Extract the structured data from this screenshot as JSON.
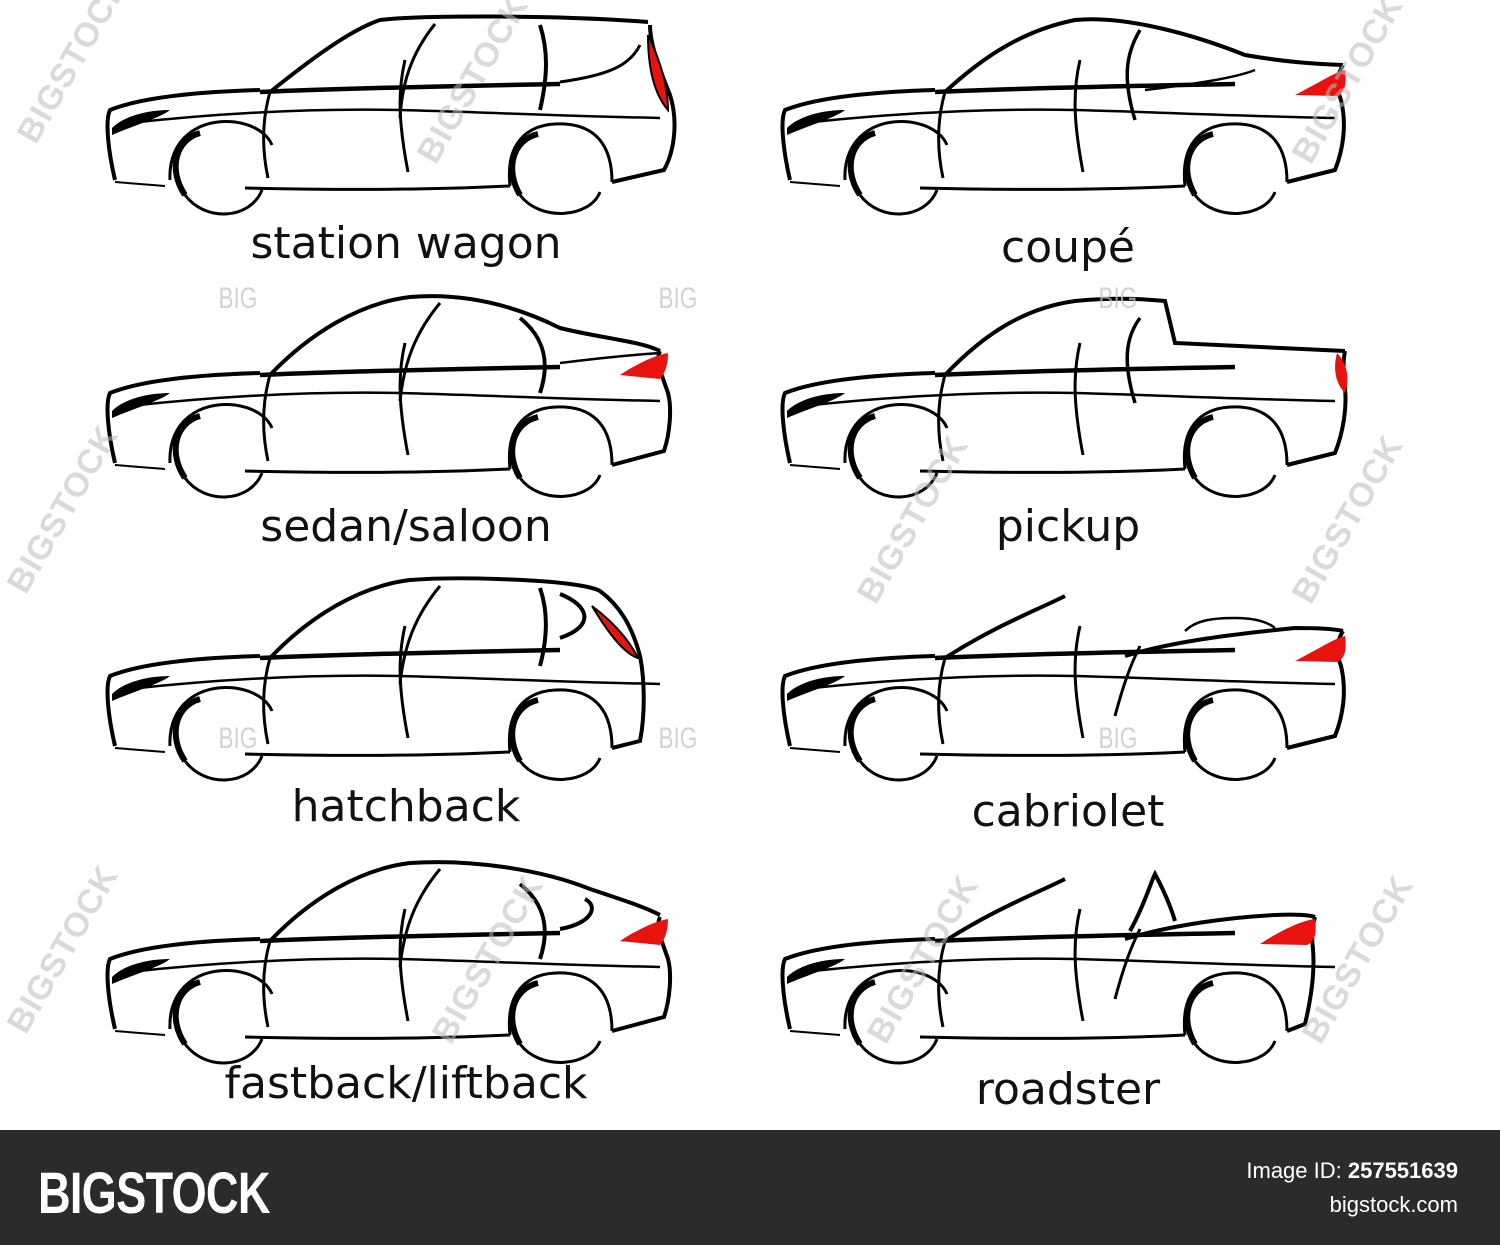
{
  "cars": [
    {
      "label": "station wagon",
      "body": "wagon"
    },
    {
      "label": "coupé",
      "body": "coupe"
    },
    {
      "label": "sedan/saloon",
      "body": "sedan"
    },
    {
      "label": "pickup",
      "body": "pickup"
    },
    {
      "label": "hatchback",
      "body": "hatch"
    },
    {
      "label": "cabriolet",
      "body": "cabrio"
    },
    {
      "label": "fastback/liftback",
      "body": "fastback"
    },
    {
      "label": "roadster",
      "body": "roadster"
    }
  ],
  "watermarks": {
    "big": "BIG",
    "stock": "BIGSTOCK"
  },
  "footer": {
    "brand": "BIGSTOCK",
    "image_id_label": "Image ID:",
    "image_id": "257551639",
    "site": "bigstock.com"
  },
  "colors": {
    "line": "#000000",
    "taillight": "#e8130f",
    "footer_bg": "#2b2b2b"
  }
}
